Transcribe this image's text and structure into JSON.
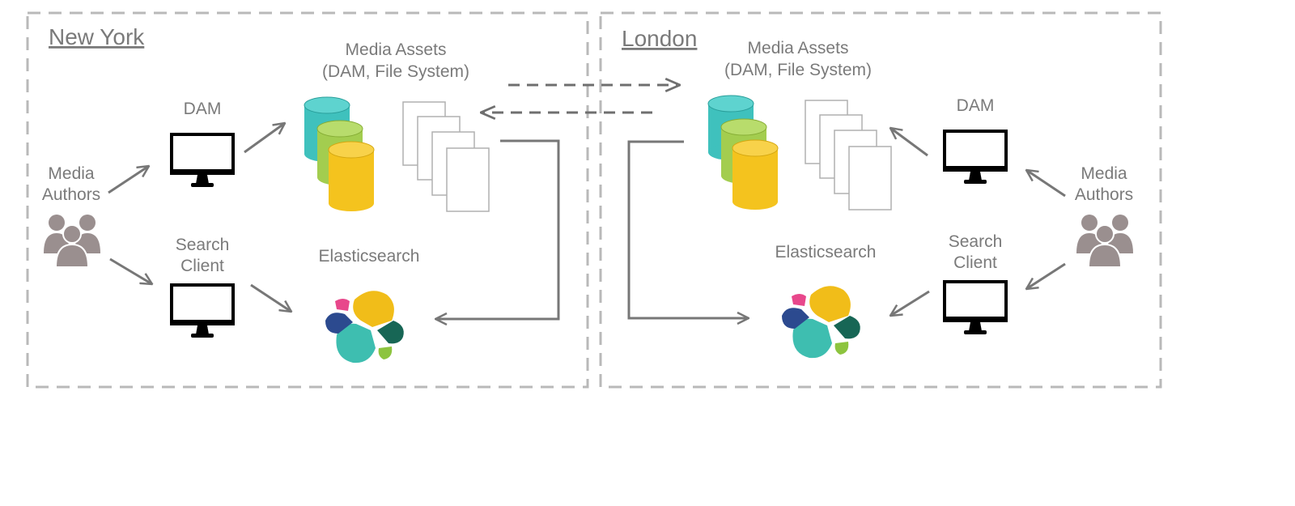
{
  "regions": {
    "left": {
      "title": "New York",
      "media_assets_line1": "Media Assets",
      "media_assets_line2": "(DAM, File System)",
      "dam": "DAM",
      "search_client_line1": "Search",
      "search_client_line2": "Client",
      "elasticsearch": "Elasticsearch",
      "media_authors_line1": "Media",
      "media_authors_line2": "Authors"
    },
    "right": {
      "title": "London",
      "media_assets_line1": "Media Assets",
      "media_assets_line2": "(DAM, File System)",
      "dam": "DAM",
      "search_client_line1": "Search",
      "search_client_line2": "Client",
      "elasticsearch": "Elasticsearch",
      "media_authors_line1": "Media",
      "media_authors_line2": "Authors"
    }
  },
  "colors": {
    "border": "#b9b9b9",
    "text": "#7a7a7a",
    "arrow": "#777777",
    "cyl_teal": "#3fc1bd",
    "cyl_green": "#a3cd4f",
    "cyl_yellow": "#f4c31e",
    "es_yellow": "#f1bd19",
    "es_teal": "#3ebeb0",
    "es_navy": "#2c4a8f",
    "es_pink": "#e8478b",
    "es_darkgreen": "#176655",
    "es_lime": "#8dc43f",
    "people": "#9a8f8f",
    "monitor": "#000000"
  },
  "icons": [
    "monitor-icon",
    "database-stack-icon",
    "documents-icon",
    "elasticsearch-logo-icon",
    "users-icon"
  ]
}
